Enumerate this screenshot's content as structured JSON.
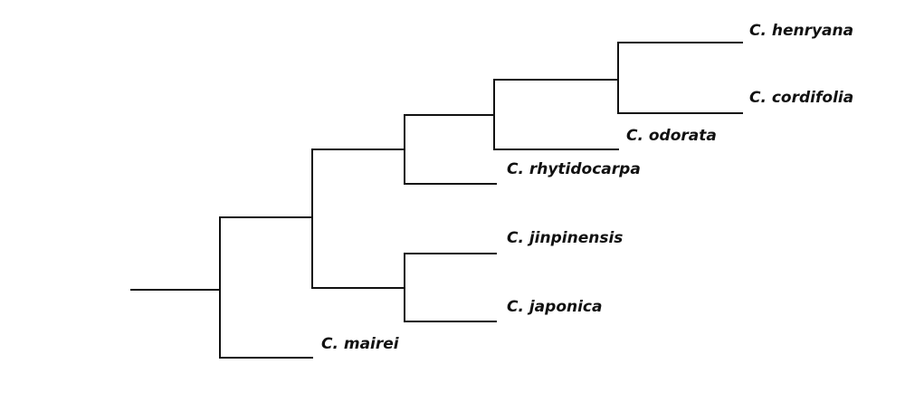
{
  "diagram": {
    "type": "phylogenetic-tree",
    "line_color": "#111111",
    "taxa": {
      "henryana": "C. henryana",
      "cordifolia": "C. cordifolia",
      "odorata": "C. odorata",
      "rhytidocarpa": "C. rhytidocarpa",
      "jinpinensis": "C. jinpinensis",
      "japonica": "C. japonica",
      "mairei": "C. mairei"
    },
    "topology": "((((((C. henryana, C. cordifolia), C. odorata), C. rhytidocarpa), (C. jinpinensis, C. japonica)), C. mairei))"
  }
}
